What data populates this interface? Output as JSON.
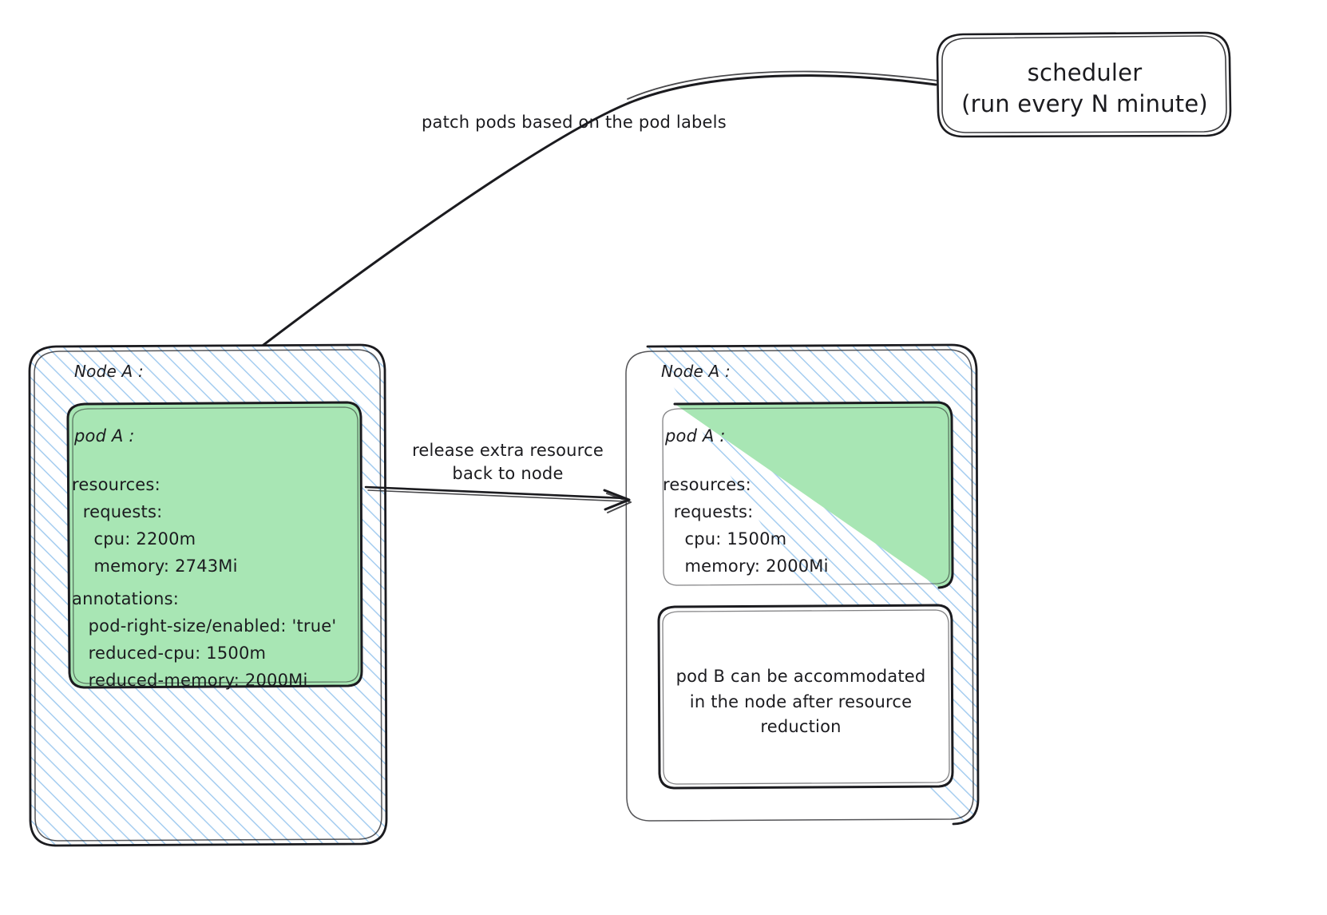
{
  "diagram": {
    "title": "pod right-sizing scheduler flow",
    "colors": {
      "stroke": "#1b1b1f",
      "node_hatch": "#a5cdf0",
      "node_fill": "#ffffff",
      "pod_fill": "#a8e6b4",
      "pod_stroke": "#1b1b1f",
      "background": "#ffffff"
    }
  },
  "scheduler": {
    "line1": "scheduler",
    "line2": "(run every N minute)"
  },
  "edges": {
    "patch": {
      "label": "patch pods based on the pod labels",
      "from": "scheduler",
      "to": "node-a-before"
    },
    "release": {
      "label_line1": "release extra resource",
      "label_line2": "back to node",
      "from": "node-a-before",
      "to": "node-a-after"
    }
  },
  "node_before": {
    "title": "Node A :",
    "pod": {
      "title": "pod A :",
      "spec_lines": [
        "resources:",
        "  requests:",
        "    cpu: 2200m",
        "    memory: 2743Mi"
      ],
      "annotation_lines": [
        "annotations:",
        "   pod-right-size/enabled: 'true'",
        "   reduced-cpu: 1500m",
        "   reduced-memory: 2000Mi"
      ],
      "resources": {
        "cpu": "2200m",
        "memory": "2743Mi"
      },
      "annotations": {
        "pod-right-size/enabled": "'true'",
        "reduced-cpu": "1500m",
        "reduced-memory": "2000Mi"
      }
    }
  },
  "node_after": {
    "title": "Node A :",
    "pod": {
      "title": "pod A :",
      "spec_lines": [
        "resources:",
        "  requests:",
        "    cpu: 1500m",
        "    memory: 2000Mi"
      ],
      "resources": {
        "cpu": "1500m",
        "memory": "2000Mi"
      }
    },
    "free_slot_note": "pod B can be accommodated\nin the node after resource\nreduction"
  }
}
